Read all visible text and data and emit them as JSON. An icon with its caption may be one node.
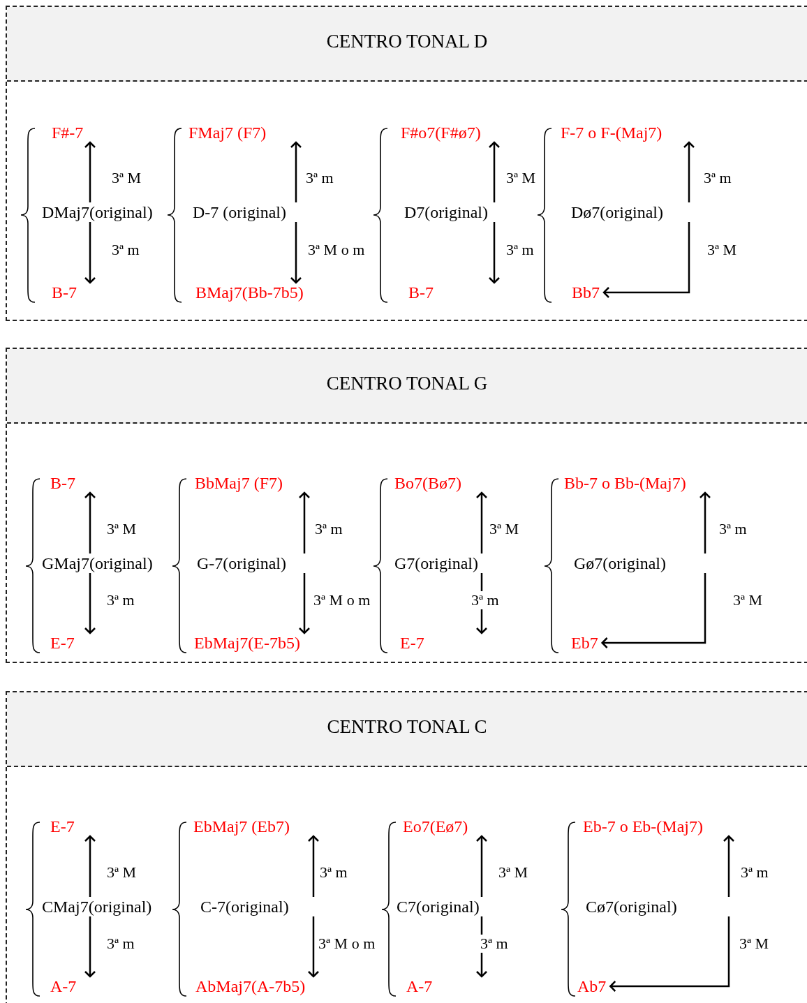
{
  "diagram": {
    "nodes": [
      {
        "text": [
          "CENTRO TONAL D"
        ]
      },
      {
        "text": [
          "F#-7"
        ],
        "in": 0
      },
      {
        "text": [
          "DMaj7(original)"
        ],
        "in": 0
      },
      {
        "text": [
          "B-7"
        ],
        "in": 0
      },
      {
        "text": [
          "FMaj7 (F7)"
        ],
        "in": 0
      },
      {
        "text": [
          "D-7 (original)"
        ],
        "in": 0
      },
      {
        "text": [
          "BMaj7(Bb-7b5)"
        ],
        "in": 0
      },
      {
        "text": [
          "F#o7(F#ø7)"
        ],
        "in": 0
      },
      {
        "text": [
          "D7(original)"
        ],
        "in": 0
      },
      {
        "text": [
          "B-7"
        ],
        "in": 0
      },
      {
        "text": [
          "F-7 o F-(Maj7)"
        ],
        "in": 0
      },
      {
        "text": [
          "Dø7(original)"
        ],
        "in": 0
      },
      {
        "text": [
          "Bb7"
        ],
        "in": 0
      },
      {
        "text": [
          "CENTRO TONAL G"
        ]
      },
      {
        "text": [
          "B-7"
        ],
        "in": 13
      },
      {
        "text": [
          "GMaj7(original)"
        ],
        "in": 13
      },
      {
        "text": [
          "E-7"
        ],
        "in": 13
      },
      {
        "text": [
          "BbMaj7 (F7)"
        ],
        "in": 13
      },
      {
        "text": [
          "G-7(original)"
        ],
        "in": 13
      },
      {
        "text": [
          "EbMaj7(E-7b5)"
        ],
        "in": 13
      },
      {
        "text": [
          "Bo7(Bø7)"
        ],
        "in": 13
      },
      {
        "text": [
          "G7(original)"
        ],
        "in": 13
      },
      {
        "text": [
          "E-7"
        ],
        "in": 13
      },
      {
        "text": [
          "Bb-7 o Bb-(Maj7)"
        ],
        "in": 13
      },
      {
        "text": [
          "Gø7(original)"
        ],
        "in": 13
      },
      {
        "text": [
          "Eb7"
        ],
        "in": 13
      },
      {
        "text": [
          "CENTRO TONAL C"
        ]
      },
      {
        "text": [
          "E-7"
        ],
        "in": 26
      },
      {
        "text": [
          "CMaj7(original)"
        ],
        "in": 26
      },
      {
        "text": [
          "A-7"
        ],
        "in": 26
      },
      {
        "text": [
          "EbMaj7 (Eb7)"
        ],
        "in": 26
      },
      {
        "text": [
          "C-7(original)"
        ],
        "in": 26
      },
      {
        "text": [
          "AbMaj7(A-7b5)"
        ],
        "in": 26
      },
      {
        "text": [
          "Eo7(Eø7)"
        ],
        "in": 26
      },
      {
        "text": [
          "C7(original)"
        ],
        "in": 26
      },
      {
        "text": [
          "A-7"
        ],
        "in": 26
      },
      {
        "text": [
          "Eb-7 o Eb-(Maj7)"
        ],
        "in": 26
      },
      {
        "text": [
          "Cø7(original)"
        ],
        "in": 26
      },
      {
        "text": [
          "Ab7"
        ],
        "in": 26
      }
    ],
    "edges": [
      {
        "from": 2,
        "to": 1,
        "arrow": "to",
        "label": "3ª M"
      },
      {
        "from": 2,
        "to": 3,
        "arrow": "to",
        "label": "3ª m"
      },
      {
        "from": 5,
        "to": 4,
        "arrow": "to",
        "label": "3ª m"
      },
      {
        "from": 5,
        "to": 6,
        "arrow": "to",
        "label": "3ª M o m"
      },
      {
        "from": 8,
        "to": 7,
        "arrow": "to",
        "label": "3ª M"
      },
      {
        "from": 8,
        "to": 9,
        "arrow": "to",
        "label": "3ª m"
      },
      {
        "from": 11,
        "to": 10,
        "arrow": "to",
        "label": "3ª m"
      },
      {
        "from": 11,
        "to": 12,
        "arrow": "to",
        "label": "3ª M"
      },
      {
        "from": 15,
        "to": 14,
        "arrow": "to",
        "label": "3ª M"
      },
      {
        "from": 15,
        "to": 16,
        "arrow": "to",
        "label": "3ª m"
      },
      {
        "from": 18,
        "to": 17,
        "arrow": "to",
        "label": "3ª m"
      },
      {
        "from": 18,
        "to": 19,
        "arrow": "to",
        "label": "3ª M o m"
      },
      {
        "from": 21,
        "to": 20,
        "arrow": "to",
        "label": "3ª M"
      },
      {
        "from": 21,
        "to": 22,
        "arrow": "to",
        "label": "3ª m"
      },
      {
        "from": 24,
        "to": 23,
        "arrow": "to",
        "label": "3ª m"
      },
      {
        "from": 24,
        "to": 25,
        "arrow": "to",
        "label": "3ª M"
      },
      {
        "from": 28,
        "to": 27,
        "arrow": "to",
        "label": "3ª M"
      },
      {
        "from": 28,
        "to": 29,
        "arrow": "to",
        "label": "3ª m"
      },
      {
        "from": 31,
        "to": 30,
        "arrow": "to",
        "label": "3ª m"
      },
      {
        "from": 31,
        "to": 32,
        "arrow": "to",
        "label": "3ª M o m"
      },
      {
        "from": 34,
        "to": 33,
        "arrow": "to",
        "label": "3ª M"
      },
      {
        "from": 34,
        "to": 35,
        "arrow": "to",
        "label": "3ª m"
      },
      {
        "from": 37,
        "to": 36,
        "arrow": "to",
        "label": "3ª m"
      },
      {
        "from": 37,
        "to": 38,
        "arrow": "to",
        "label": "3ª M"
      }
    ]
  }
}
